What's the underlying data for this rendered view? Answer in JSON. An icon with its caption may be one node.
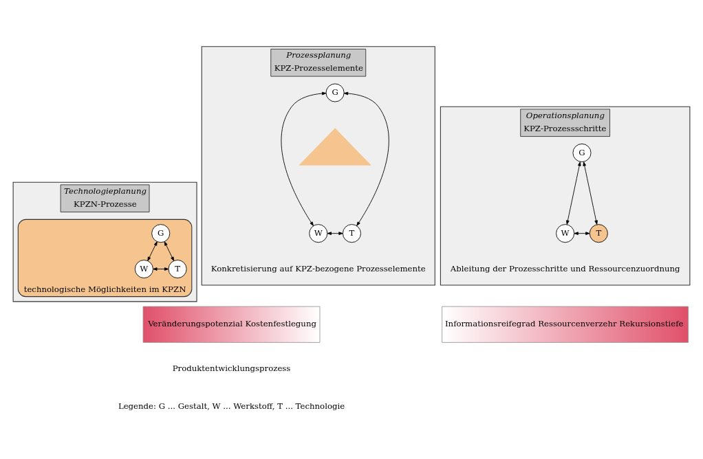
{
  "diagram": {
    "nodes": [
      {
        "text": [
          "Technologieplanung",
          "KPZN-Prozesse"
        ]
      },
      {
        "text": [
          "technologische Möglichkeiten im KPZN"
        ],
        "in": 0
      },
      {
        "text": [
          "G"
        ],
        "in": 1
      },
      {
        "text": [
          "W"
        ],
        "in": 1
      },
      {
        "text": [
          "T"
        ],
        "in": 1
      },
      {
        "text": [
          "Prozessplanung",
          "KPZ-Prozesselemente",
          "Konkretisierung auf KPZ-bezogene Prozesselemente"
        ]
      },
      {
        "text": [],
        "shape": "triangle",
        "in": 5
      },
      {
        "text": [
          "G"
        ],
        "in": 5
      },
      {
        "text": [
          "W"
        ],
        "in": 5
      },
      {
        "text": [
          "T"
        ],
        "in": 5
      },
      {
        "text": [
          "Operationsplanung",
          "KPZ-Prozessschritte",
          "Ableitung der Prozesschritte und Ressourcenzuordnung"
        ]
      },
      {
        "text": [
          "G"
        ],
        "in": 10
      },
      {
        "text": [
          "W"
        ],
        "in": 10
      },
      {
        "text": [
          "T"
        ],
        "in": 10
      },
      {
        "text": [
          "Veränderungspotenzial Kostenfestlegung"
        ]
      },
      {
        "text": [
          "Informationsreifegrad Ressourcenverzehr Rekursionstiefe"
        ]
      }
    ],
    "edges": [
      {
        "from": 2,
        "to": 3,
        "arrow": "both"
      },
      {
        "from": 2,
        "to": 4,
        "arrow": "both"
      },
      {
        "from": 3,
        "to": 4,
        "arrow": "both"
      },
      {
        "from": 7,
        "to": 8,
        "arrow": "both"
      },
      {
        "from": 7,
        "to": 9,
        "arrow": "both"
      },
      {
        "from": 8,
        "to": 9,
        "arrow": "both"
      },
      {
        "from": 11,
        "to": 12,
        "arrow": "both"
      },
      {
        "from": 11,
        "to": 13,
        "arrow": "both"
      },
      {
        "from": 12,
        "to": 13,
        "arrow": "both"
      }
    ],
    "labels": [
      "Produktentwicklungsprozess",
      "Legende: G ... Gestalt, W ... Werkstoff, T ... Technologie"
    ]
  }
}
